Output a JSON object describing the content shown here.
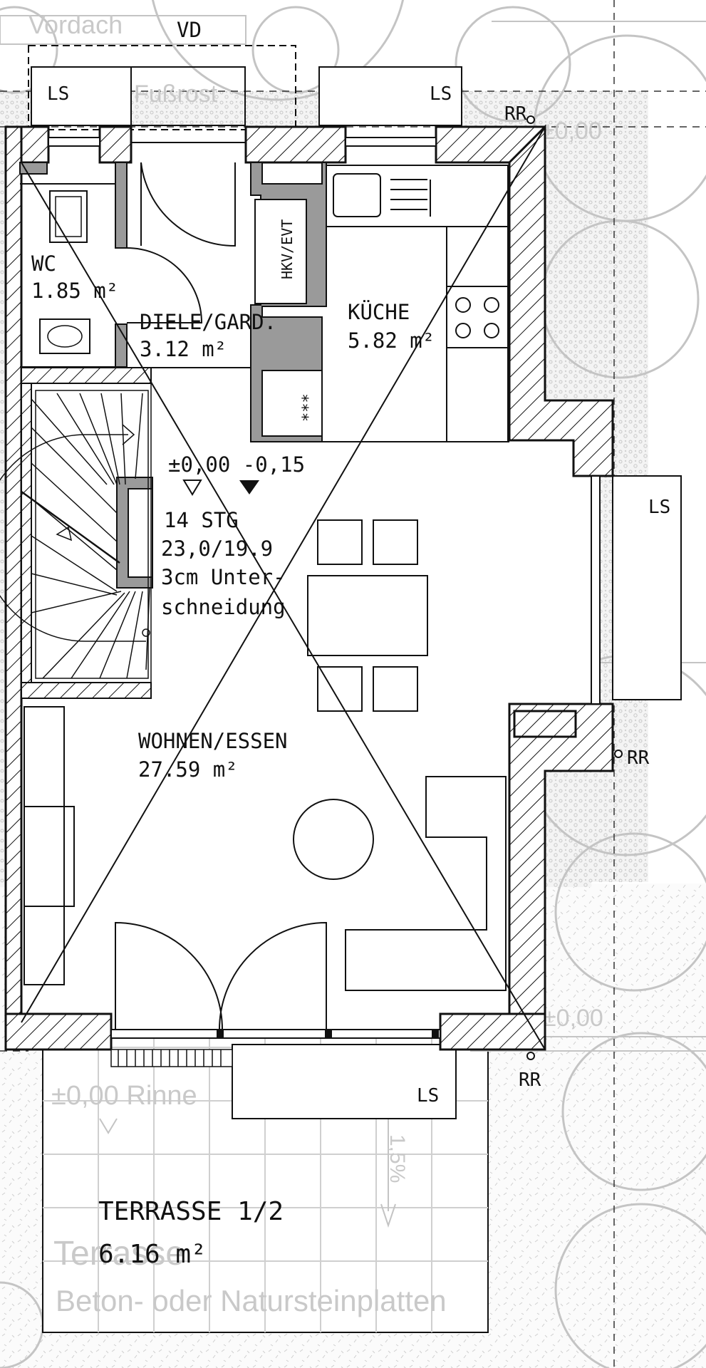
{
  "plan": {
    "site_labels": {
      "vordach": "Vordach",
      "vd": "VD",
      "fussrost": "Fußrost",
      "rinne": "±0,00 Rinne",
      "gefaelle": "1,5%",
      "terrasse_bg": "Terrasse",
      "belag": "Beton- oder Natursteinplatten",
      "level_right_top": "±0,00",
      "level_right_bottom": "±0,00"
    },
    "rooms": [
      {
        "id": "wc",
        "name": "WC",
        "area": "1.85 m²"
      },
      {
        "id": "diele",
        "name": "DIELE/GARD.",
        "area": "3.12 m²"
      },
      {
        "id": "kueche",
        "name": "KÜCHE",
        "area": "5.82 m²"
      },
      {
        "id": "wohnen",
        "name": "WOHNEN/ESSEN",
        "area": "27.59 m²"
      },
      {
        "id": "terrasse",
        "name": "TERRASSE  1/2",
        "area": "6.16 m²"
      }
    ],
    "stair": {
      "levels": "±0,00  -0,15",
      "steps": "14  STG",
      "ratio": "23,0/19.9",
      "note_line1": "3cm Unter-",
      "note_line2": "schneidung"
    },
    "marks": {
      "ls": "LS",
      "rr": "RR",
      "hkv": "HKV/EVT",
      "stars": "***"
    }
  }
}
